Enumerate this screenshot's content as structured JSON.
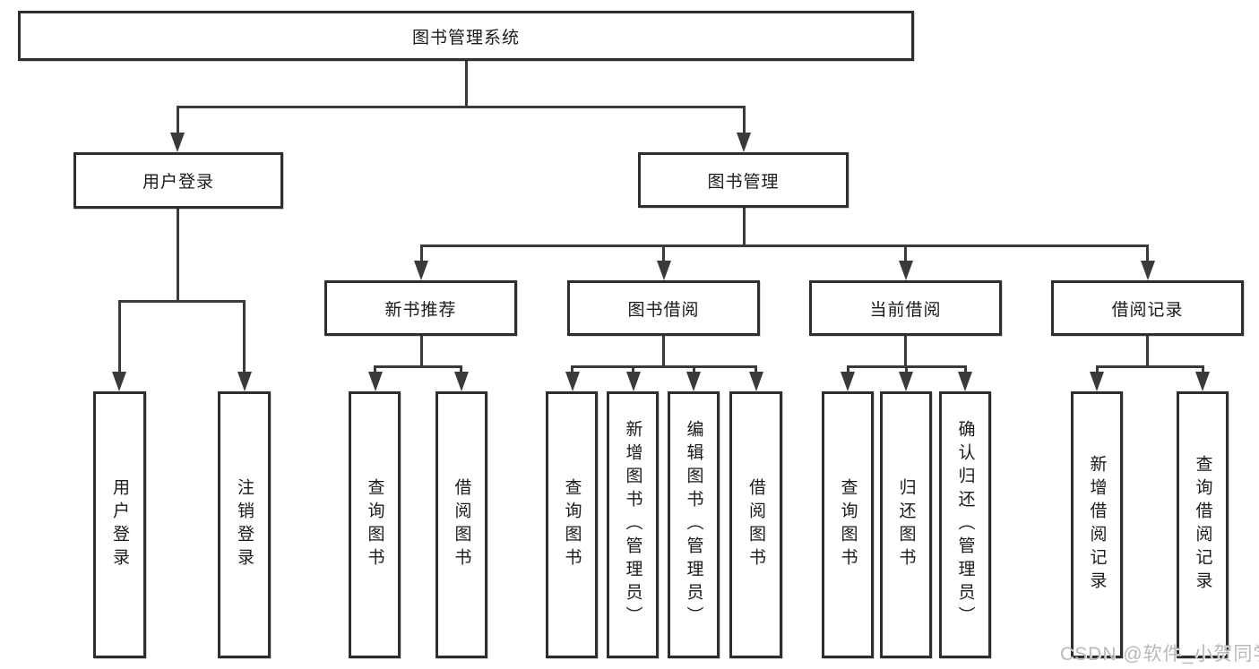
{
  "diagram": {
    "type": "org-chart",
    "title": "图书管理系统",
    "watermark": "CSDN @软件_小贺同学",
    "colors": {
      "line": "#3a3a3a",
      "box_border": "#2e2e2e",
      "box_background": "#ffffff",
      "text": "#1a1a1a",
      "watermark": "#b9b9b9",
      "page_background": "#ffffff"
    },
    "nodes": [
      {
        "id": "root",
        "label": "图书管理系统",
        "parent": null,
        "orientation": "horizontal"
      },
      {
        "id": "user-login",
        "label": "用户登录",
        "parent": "root",
        "orientation": "horizontal"
      },
      {
        "id": "book-mgmt",
        "label": "图书管理",
        "parent": "root",
        "orientation": "horizontal"
      },
      {
        "id": "new-book-rec",
        "label": "新书推荐",
        "parent": "book-mgmt",
        "orientation": "horizontal"
      },
      {
        "id": "book-borrow",
        "label": "图书借阅",
        "parent": "book-mgmt",
        "orientation": "horizontal"
      },
      {
        "id": "current-borrow",
        "label": "当前借阅",
        "parent": "book-mgmt",
        "orientation": "horizontal"
      },
      {
        "id": "borrow-record",
        "label": "借阅记录",
        "parent": "book-mgmt",
        "orientation": "horizontal"
      },
      {
        "id": "login-leaf",
        "label": "用户登录",
        "parent": "user-login",
        "orientation": "vertical"
      },
      {
        "id": "logout-leaf",
        "label": "注销登录",
        "parent": "user-login",
        "orientation": "vertical"
      },
      {
        "id": "rec-query",
        "label": "查询图书",
        "parent": "new-book-rec",
        "orientation": "vertical"
      },
      {
        "id": "rec-borrow",
        "label": "借阅图书",
        "parent": "new-book-rec",
        "orientation": "vertical"
      },
      {
        "id": "bor-query",
        "label": "查询图书",
        "parent": "book-borrow",
        "orientation": "vertical"
      },
      {
        "id": "bor-add",
        "label": "新增图书（管理员）",
        "parent": "book-borrow",
        "orientation": "vertical"
      },
      {
        "id": "bor-edit",
        "label": "编辑图书（管理员）",
        "parent": "book-borrow",
        "orientation": "vertical"
      },
      {
        "id": "bor-borrow",
        "label": "借阅图书",
        "parent": "book-borrow",
        "orientation": "vertical"
      },
      {
        "id": "cur-query",
        "label": "查询图书",
        "parent": "current-borrow",
        "orientation": "vertical"
      },
      {
        "id": "cur-return",
        "label": "归还图书",
        "parent": "current-borrow",
        "orientation": "vertical"
      },
      {
        "id": "cur-confirm",
        "label": "确认归还（管理员）",
        "parent": "current-borrow",
        "orientation": "vertical"
      },
      {
        "id": "rec2-add",
        "label": "新增借阅记录",
        "parent": "borrow-record",
        "orientation": "vertical"
      },
      {
        "id": "rec2-query",
        "label": "查询借阅记录",
        "parent": "borrow-record",
        "orientation": "vertical"
      }
    ]
  }
}
